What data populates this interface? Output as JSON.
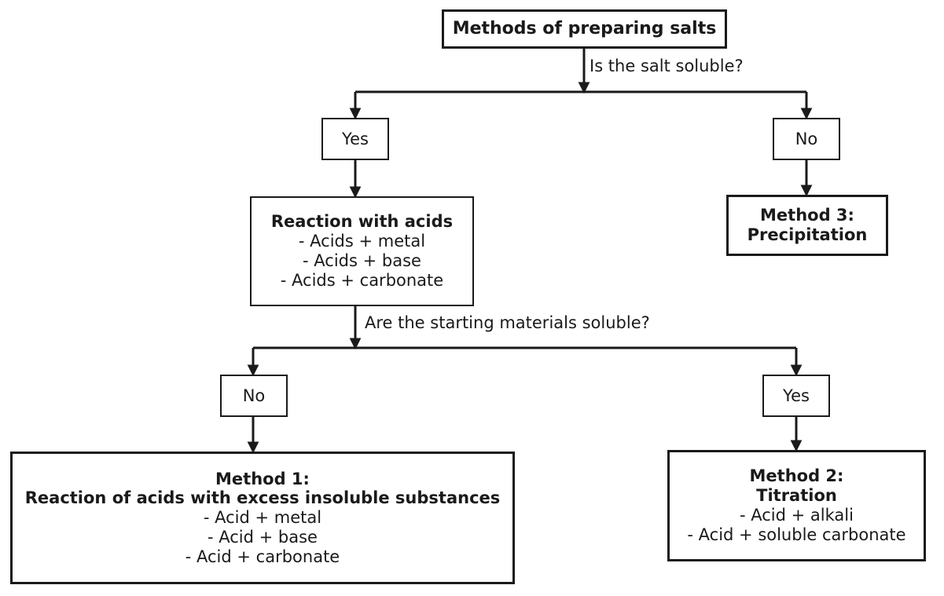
{
  "diagram": {
    "title": "Methods of preparing salts",
    "type": "flowchart",
    "colors": {
      "background": "#ffffff",
      "stroke": "#1a1a1a",
      "text": "#1a1a1a",
      "node_fill": "#ffffff"
    }
  },
  "nodes": {
    "title": {
      "lines": [
        "Methods of preparing salts"
      ],
      "bold": [
        true
      ]
    },
    "yes_top": {
      "label": "Yes"
    },
    "no_top": {
      "label": "No"
    },
    "reaction": {
      "heading": "Reaction with acids",
      "items": [
        "- Acids + metal",
        "- Acids + base",
        "- Acids + carbonate"
      ]
    },
    "method3": {
      "heading_line1": "Method 3:",
      "heading_line2": "Precipitation"
    },
    "no_bottom": {
      "label": "No"
    },
    "yes_bottom": {
      "label": "Yes"
    },
    "method1": {
      "heading_line1": "Method 1:",
      "heading_line2": "Reaction of acids with excess insoluble substances",
      "items": [
        "- Acid + metal",
        "- Acid + base",
        "- Acid + carbonate"
      ]
    },
    "method2": {
      "heading_line1": "Method 2:",
      "heading_line2": "Titration",
      "items": [
        "- Acid + alkali",
        "- Acid + soluble carbonate"
      ]
    }
  },
  "edge_labels": {
    "question1": "Is the salt soluble?",
    "question2": "Are the starting materials soluble?"
  }
}
